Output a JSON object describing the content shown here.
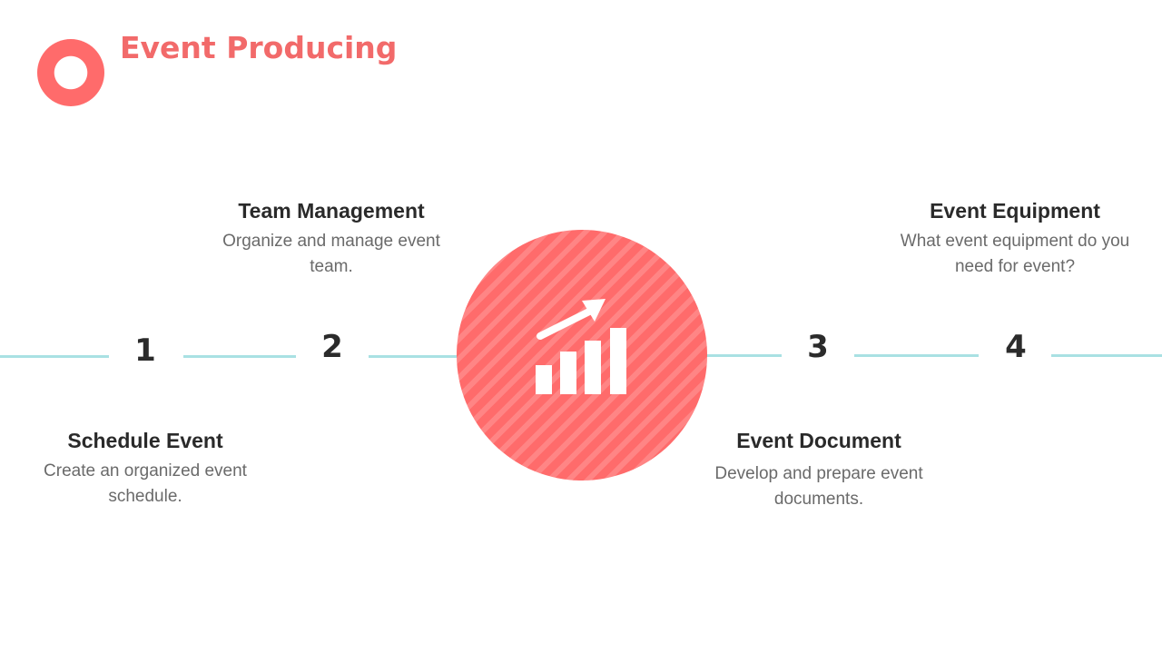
{
  "header": {
    "title": "Event Producing",
    "logo_icon": "ring-icon"
  },
  "colors": {
    "accent": "#ff6b6b",
    "title": "#f26a6a",
    "connector": "#a9e1e3",
    "heading": "#2a2a2a",
    "body_text": "#6a6a6a"
  },
  "center": {
    "icon": "growth-chart-icon"
  },
  "steps": [
    {
      "number": "1",
      "title": "Schedule Event",
      "description": "Create an organized event schedule."
    },
    {
      "number": "2",
      "title": "Team Management",
      "description": "Organize and manage event team."
    },
    {
      "number": "3",
      "title": "Event Document",
      "description": "Develop and prepare event documents."
    },
    {
      "number": "4",
      "title": "Event Equipment",
      "description": "What event equipment do you need for event?"
    }
  ]
}
